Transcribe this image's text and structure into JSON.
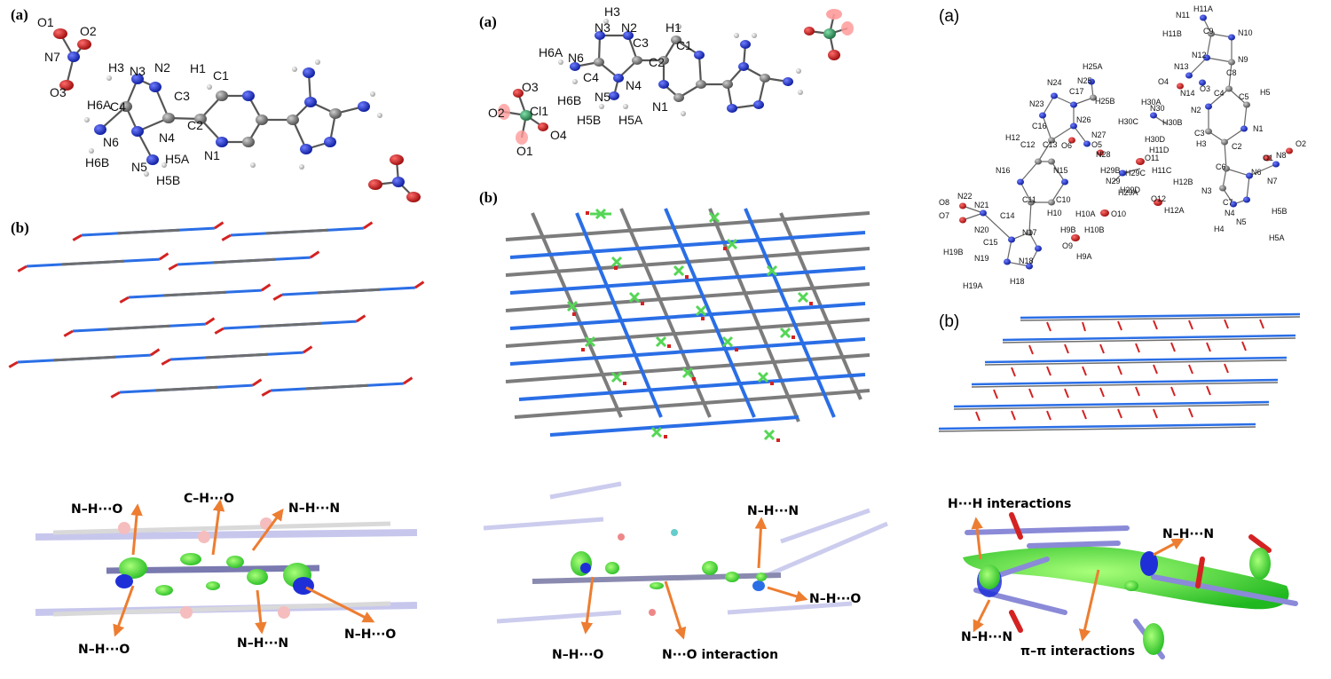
{
  "panels": [
    {
      "id": "left",
      "label_a": "(a)",
      "label_b": "(b)",
      "atoms": [
        "O1",
        "O2",
        "N7",
        "O3",
        "H3",
        "N3",
        "N2",
        "H1",
        "C1",
        "H6A",
        "C4",
        "C3",
        "C2",
        "N6",
        "N4",
        "H6B",
        "N5",
        "H5A",
        "N1",
        "H5B"
      ],
      "interactions": [
        "N–H···O",
        "C–H···O",
        "N–H···N",
        "N–H···O",
        "N–H···N",
        "N–H···O"
      ]
    },
    {
      "id": "middle",
      "label_a": "(a)",
      "label_b": "(b)",
      "atoms": [
        "H3",
        "N3",
        "N2",
        "H1",
        "H6A",
        "N6",
        "C4",
        "C3",
        "C2",
        "C1",
        "O3",
        "N4",
        "N5",
        "H6B",
        "N1",
        "O2",
        "Cl1",
        "O4",
        "H5B",
        "H5A",
        "O1"
      ],
      "interactions": [
        "N–H···N",
        "N–H···O",
        "N–H···O",
        "N···O interaction"
      ]
    },
    {
      "id": "right",
      "label_a": "(a)",
      "label_b": "(b)",
      "atoms": [
        "N11",
        "H11A",
        "H11B",
        "C9",
        "N10",
        "N12",
        "N9",
        "N13",
        "C8",
        "O4",
        "N14",
        "O3",
        "H25A",
        "N24",
        "N25",
        "C17",
        "H25B",
        "C4",
        "C5",
        "H5",
        "N23",
        "N26",
        "H30A",
        "N2",
        "N1",
        "N30",
        "C16",
        "H30C",
        "H30B",
        "N27",
        "C3",
        "C2",
        "H12",
        "O6",
        "O5",
        "H30D",
        "H3",
        "C12",
        "C13",
        "N28",
        "H11D",
        "O11",
        "O2",
        "O1",
        "N8",
        "C6",
        "N16",
        "N15",
        "H29B",
        "H29C",
        "N29",
        "H11C",
        "N6",
        "N7",
        "H12B",
        "H29A",
        "H29D",
        "O12",
        "H12A",
        "C11",
        "C10",
        "C7",
        "O8",
        "N22",
        "N3",
        "N21",
        "H10",
        "H10A",
        "O10",
        "N5",
        "H5B",
        "O7",
        "N20",
        "C14",
        "N17",
        "H9B",
        "H10B",
        "N4",
        "H4",
        "H5A",
        "C15",
        "H19B",
        "N19",
        "N18",
        "O9",
        "H9A",
        "H19A",
        "H18"
      ],
      "interactions": [
        "H···H interactions",
        "N–H···N",
        "N–H···N",
        "π–π  interactions"
      ]
    }
  ],
  "colors": {
    "nitrogen": "#1f2fd8",
    "oxygen": "#d81f1f",
    "carbon": "#6e6e6e",
    "chlorine": "#2e9a5a",
    "arrow": "#ed7d31",
    "isosurface_green": "#39e639",
    "packing_blue": "#2a6ee6",
    "packing_red": "#d42222",
    "packing_green": "#55d655"
  }
}
